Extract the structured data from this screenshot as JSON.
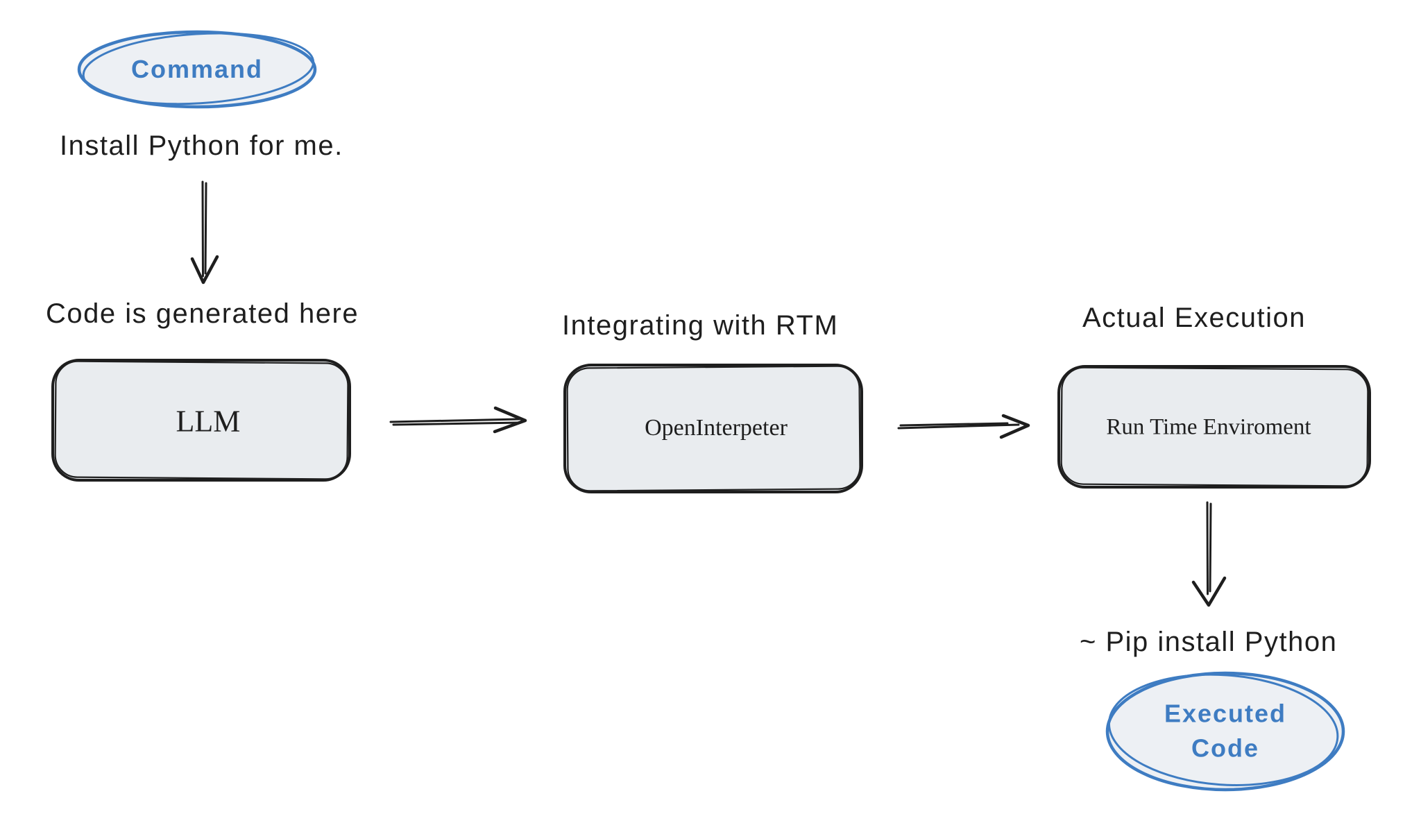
{
  "palette": {
    "ink": "#1e1e1e",
    "blue": "#3e7cc2",
    "box_fill": "#e9ecef",
    "ellipse_fill": "#edf0f4",
    "background": "#ffffff"
  },
  "nodes": {
    "command": {
      "shape": "ellipse",
      "label": "Command"
    },
    "llm": {
      "shape": "rectangle",
      "label": "LLM",
      "caption": "Code is generated here"
    },
    "open_interpreter": {
      "shape": "rectangle",
      "label": "OpenInterpeter",
      "caption": "Integrating with RTM"
    },
    "runtime": {
      "shape": "rectangle",
      "label": "Run Time Enviroment",
      "caption": "Actual Execution"
    },
    "executed_code": {
      "shape": "ellipse",
      "lines": [
        "Executed",
        "Code"
      ]
    }
  },
  "annotations": {
    "user_command": "Install Python for me.",
    "pip_command": "~ Pip install Python"
  },
  "edges": [
    {
      "from": "command",
      "to": "llm",
      "direction": "down"
    },
    {
      "from": "llm",
      "to": "open_interpreter",
      "direction": "right"
    },
    {
      "from": "open_interpreter",
      "to": "runtime",
      "direction": "right"
    },
    {
      "from": "runtime",
      "to": "executed_code",
      "direction": "down"
    }
  ]
}
